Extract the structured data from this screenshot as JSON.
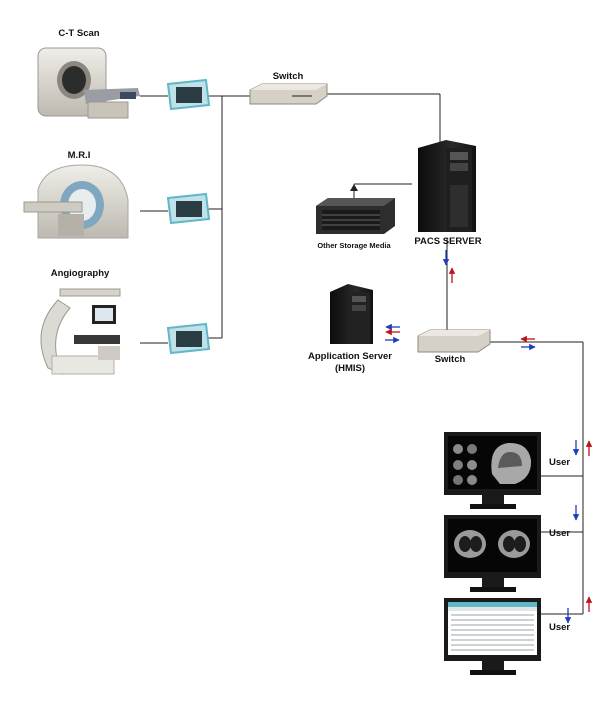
{
  "labels": {
    "ct_scan": "C-T Scan",
    "mri": "M.R.I",
    "angiography": "Angiography",
    "switch_top": "Switch",
    "pacs_server": "PACS SERVER",
    "other_storage": "Other Storage Media",
    "app_server_line1": "Application Server",
    "app_server_line2": "(HMIS)",
    "switch_bottom": "Switch",
    "user_1": "User",
    "user_2": "User",
    "user_3": "User"
  },
  "colors": {
    "line": "#222222",
    "arrow_blue": "#1f3fb5",
    "arrow_red": "#c0121b",
    "device_body": "#d9d6cf",
    "monitor_frame": "#1a1a1a",
    "server_body": "#1b1b1b",
    "screen_teal": "#5fb7c8"
  }
}
